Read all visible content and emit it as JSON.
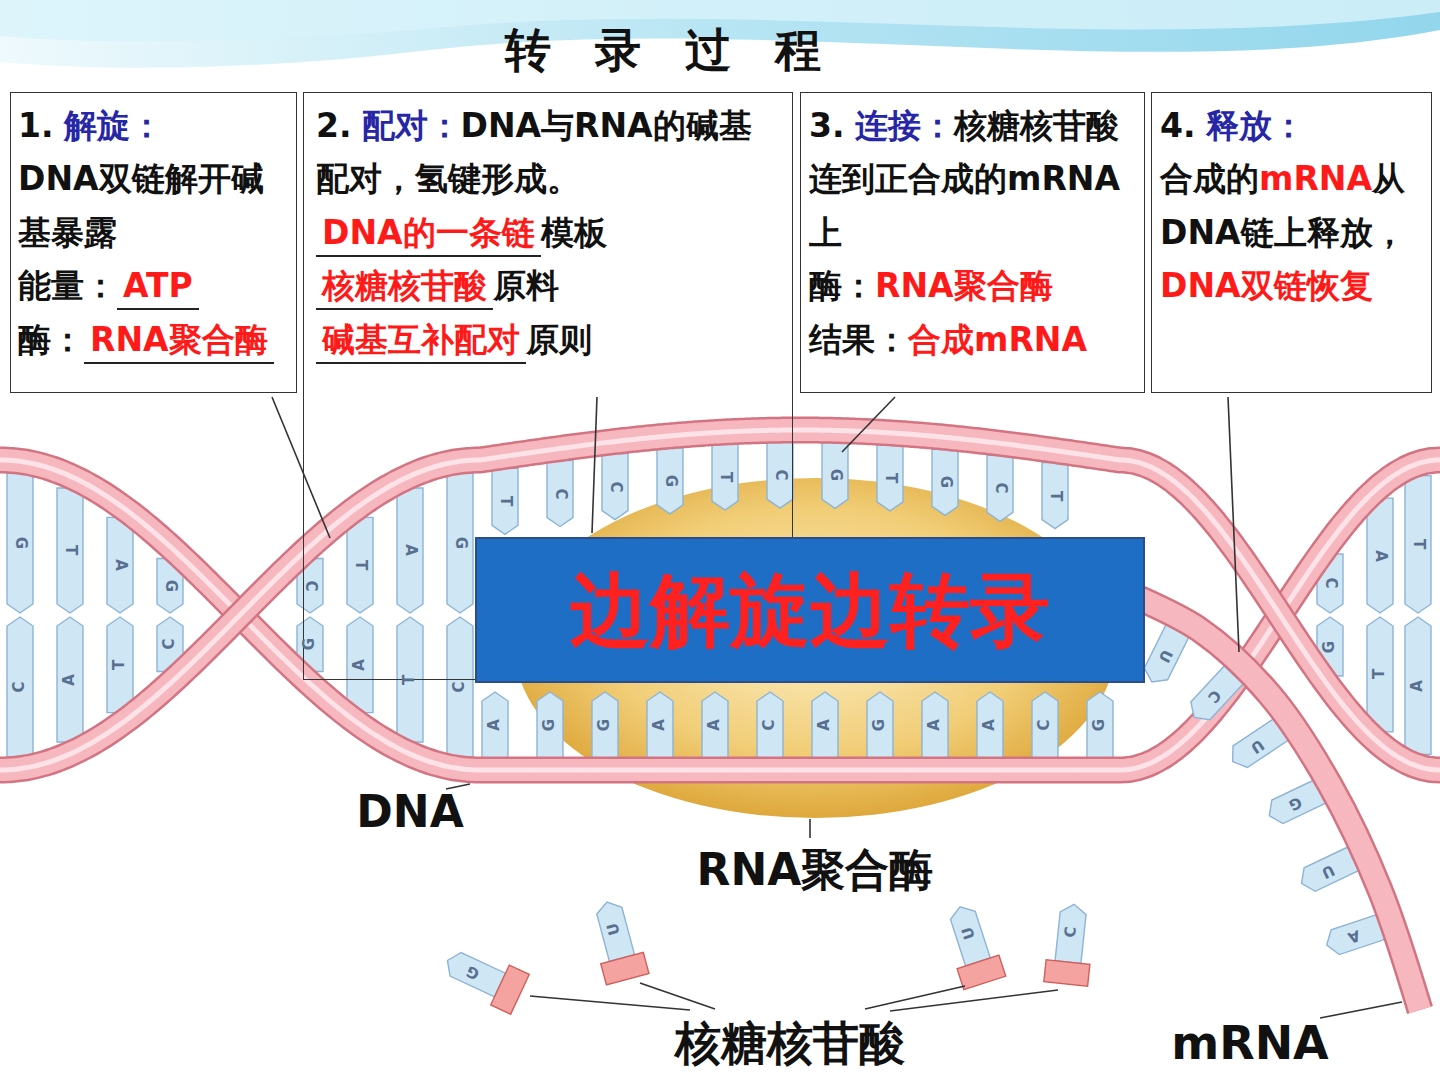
{
  "diagram": {
    "title": "转 录 过 程",
    "nodes": [
      {
        "text": [
          "1.",
          "解旋：",
          "DNA双链解开碱基暴露",
          "能量：",
          "ATP",
          "酶：",
          "RNA聚合酶"
        ]
      },
      {
        "text": [
          "2.",
          "配对：",
          "DNA与RNA的碱基配对，氢键形成。",
          "DNA的一条链",
          "模板",
          "核糖核苷酸",
          "原料",
          "碱基互补配对",
          "原则"
        ]
      },
      {
        "text": [
          "3.",
          "连接：",
          "核糖核苷酸连到正合成的mRNA上",
          "酶：",
          "RNA聚合酶",
          "结果：",
          "合成mRNA"
        ]
      },
      {
        "text": [
          "4.",
          "释放：",
          "合成的",
          "mRNA",
          "从DNA链上释放，",
          "DNA双链恢复"
        ]
      },
      {
        "text": [
          "边解旋边转录"
        ]
      }
    ],
    "labels": [
      "DNA",
      "RNA聚合酶",
      "核糖核苷酸",
      "mRNA",
      "G",
      "C",
      "T",
      "A",
      "A",
      "T",
      "G",
      "C",
      "C",
      "G",
      "T",
      "A",
      "A",
      "T",
      "G",
      "C",
      "C",
      "G",
      "A",
      "T",
      "T",
      "A",
      "T",
      "C",
      "C",
      "G",
      "T",
      "C",
      "G",
      "T",
      "G",
      "C",
      "T",
      "A",
      "G",
      "G",
      "A",
      "A",
      "C",
      "A",
      "G",
      "A",
      "A",
      "C",
      "G",
      "U",
      "C",
      "U",
      "G",
      "U",
      "A",
      "G",
      "U",
      "U",
      "C"
    ]
  }
}
